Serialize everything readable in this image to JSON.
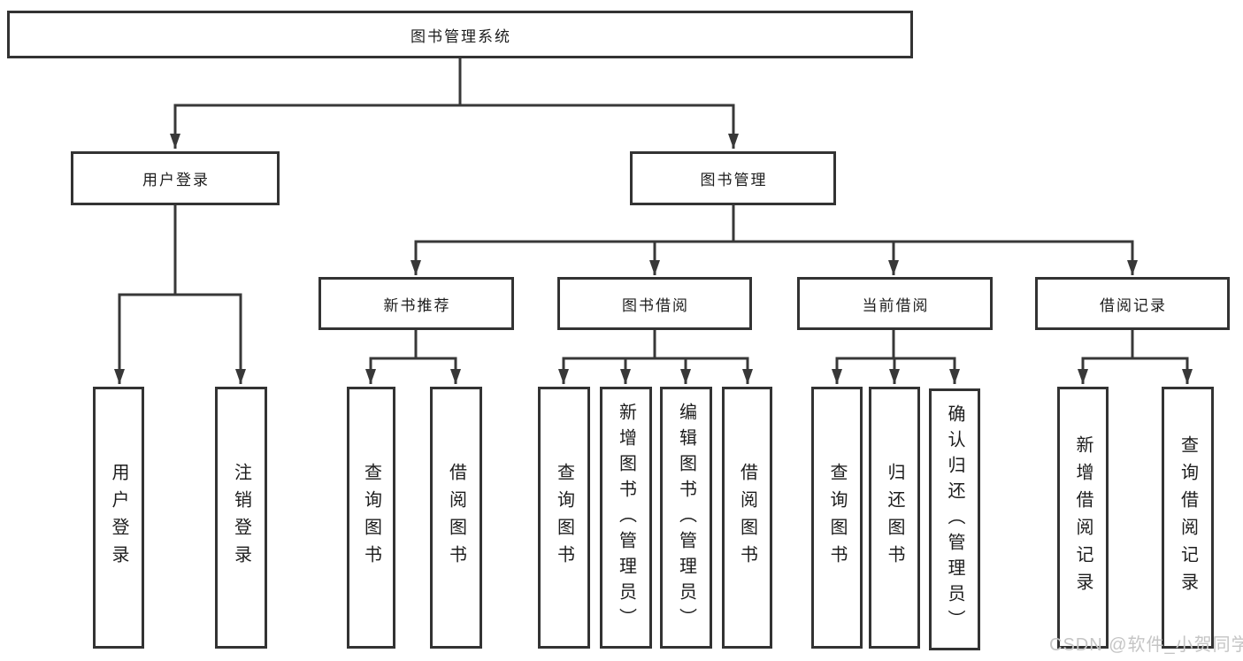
{
  "diagram": {
    "root": {
      "label": "图书管理系统"
    },
    "branches": [
      {
        "label": "用户登录",
        "children": [
          {
            "label": "用户登录"
          },
          {
            "label": "注销登录"
          }
        ]
      },
      {
        "label": "图书管理",
        "children": [
          {
            "label": "新书推荐",
            "children": [
              {
                "label": "查询图书"
              },
              {
                "label": "借阅图书"
              }
            ]
          },
          {
            "label": "图书借阅",
            "children": [
              {
                "label": "查询图书"
              },
              {
                "label": "新增图书（管理员）"
              },
              {
                "label": "编辑图书（管理员）"
              },
              {
                "label": "借阅图书"
              }
            ]
          },
          {
            "label": "当前借阅",
            "children": [
              {
                "label": "查询图书"
              },
              {
                "label": "归还图书"
              },
              {
                "label": "确认归还（管理员）"
              }
            ]
          },
          {
            "label": "借阅记录",
            "children": [
              {
                "label": "新增借阅记录"
              },
              {
                "label": "查询借阅记录"
              }
            ]
          }
        ]
      }
    ]
  },
  "watermark": {
    "text": "CSDN @软件_小贺同学"
  },
  "colors": {
    "line": "#383838",
    "border": "#333333",
    "text": "#1d1d1d",
    "background": "#ffffff",
    "watermark": "#c5c5c5"
  }
}
